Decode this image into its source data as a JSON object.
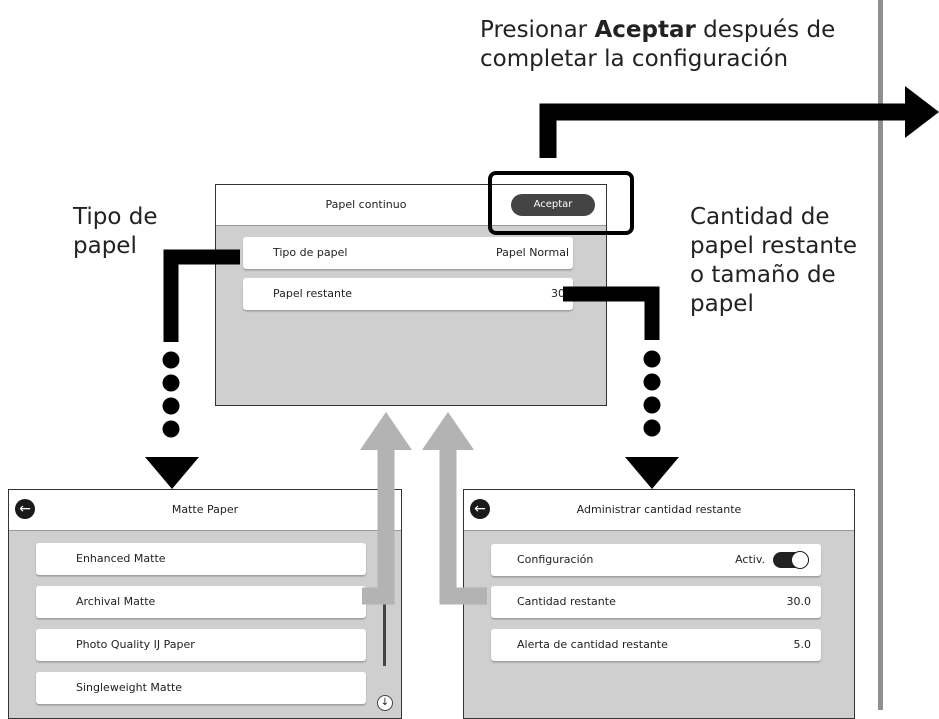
{
  "annotations": {
    "confirm_prefix": "Presionar ",
    "confirm_bold": "Aceptar",
    "confirm_suffix": " después de",
    "confirm_line2": "completar la configuración",
    "paper_type_line1": "Tipo de",
    "paper_type_line2": "papel",
    "remaining_line1": "Cantidad de",
    "remaining_line2": "papel restante",
    "remaining_line3": "o tamaño de",
    "remaining_line4": "papel"
  },
  "main_screen": {
    "title": "Papel continuo",
    "accept_button": "Aceptar",
    "rows": [
      {
        "label": "Tipo de papel",
        "value": "Papel Normal"
      },
      {
        "label": "Papel restante",
        "value": "30"
      }
    ]
  },
  "paper_screen": {
    "title": "Matte Paper",
    "items": [
      "Enhanced Matte",
      "Archival Matte",
      "Photo Quality IJ Paper",
      "Singleweight Matte"
    ]
  },
  "remaining_screen": {
    "title": "Administrar cantidad restante",
    "rows": [
      {
        "label": "Configuración",
        "value": "Activ."
      },
      {
        "label": "Cantidad restante",
        "value": "30.0"
      },
      {
        "label": "Alerta de cantidad restante",
        "value": "5.0"
      }
    ]
  },
  "icons": {
    "back": "back-arrow-icon",
    "toggle": "toggle-switch-icon",
    "scroll_down": "scroll-down-icon"
  },
  "colors": {
    "screen_bg": "#cfcfcf",
    "arrow_black": "#000000",
    "arrow_gray": "#b3b3b3",
    "rule": "#8f8f8f"
  }
}
